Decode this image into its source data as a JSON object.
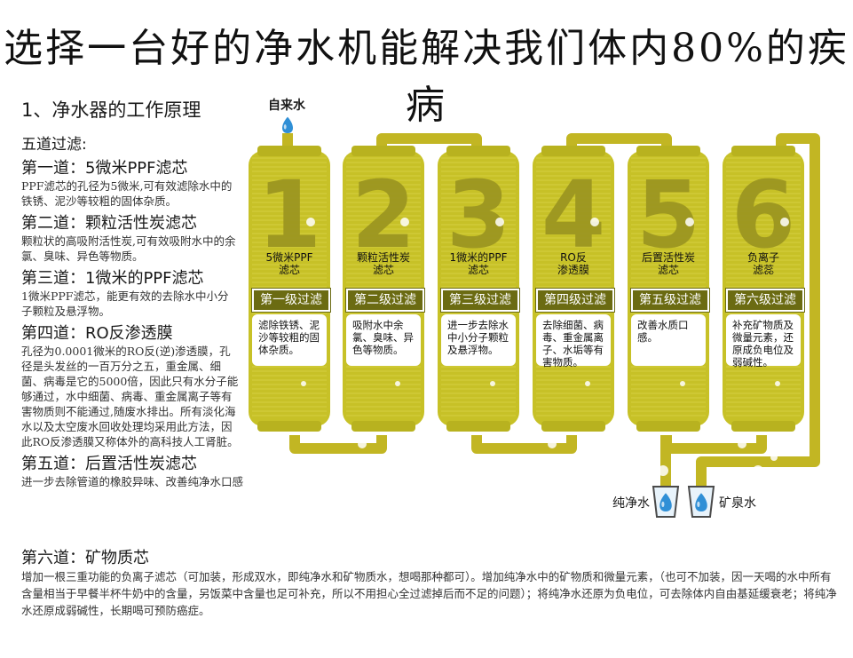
{
  "title": "选择一台好的净水机能解决我们体内80%的疾病",
  "section_title": "1、净水器的工作原理",
  "five_stage": "五道过滤:",
  "stages": [
    {
      "heading": "第一道：5微米PPF滤芯",
      "text": "PPF滤芯的孔径为5微米,可有效滤除水中的铁锈、泥沙等较粗的固体杂质。"
    },
    {
      "heading": "第二道：颗粒活性炭滤芯",
      "text": "颗粒状的高吸附活性炭,可有效吸附水中的余氯、臭味、异色等物质。"
    },
    {
      "heading": "第三道：1微米的PPF滤芯",
      "text": "1微米PPF滤芯，能更有效的去除水中小分子颗粒及悬浮物。"
    },
    {
      "heading": "第四道：RO反渗透膜",
      "text": "孔径为0.0001微米的RO反(逆)渗透膜，孔径是头发丝的一百万分之五，重金属、细菌、病毒是它的5000倍，因此只有水分子能够通过，水中细菌、病毒、重金属离子等有害物质则不能通过,随废水排出。所有淡化海水以及太空废水回收处理均采用此方法，因此RO反渗透膜又称体外的高科技人工肾脏。"
    },
    {
      "heading": "第五道：后置活性炭滤芯",
      "text": "进一步去除管道的橡胶异味、改善纯净水口感"
    }
  ],
  "sixth": {
    "heading": "第六道：矿物质芯",
    "text": "增加一根三重功能的负离子滤芯（可加装，形成双水，即纯净水和矿物质水，想喝那种都可）。增加纯净水中的矿物质和微量元素，（也可不加装，因一天喝的水中所有含量相当于早餐半杯牛奶中的含量，另饭菜中含量也足可补充，所以不用担心全过滤掉后而不足的问题）；将纯净水还原为负电位，可去除体内自由基延缓衰老；将纯净水还原成弱碱性，长期喝可预防癌症。"
  },
  "diagram": {
    "inlet": "自来水",
    "outlet_pure": "纯净水",
    "outlet_mineral": "矿泉水",
    "filters": [
      {
        "num": "1",
        "name": "5微米PPF\n滤芯",
        "level": "第一级过滤",
        "desc": "滤除铁锈、泥沙等较粗的固体杂质。"
      },
      {
        "num": "2",
        "name": "颗粒活性炭\n滤芯",
        "level": "第二级过滤",
        "desc": "吸附水中余氯、臭味、异色等物质。"
      },
      {
        "num": "3",
        "name": "1微米的PPF\n滤芯",
        "level": "第三级过滤",
        "desc": "进一步去除水中小分子颗粒及悬浮物。"
      },
      {
        "num": "4",
        "name": "RO反\n渗透膜",
        "level": "第四级过滤",
        "desc": "去除细菌、病毒、重金属离子、水垢等有害物质。"
      },
      {
        "num": "5",
        "name": "后置活性炭\n滤芯",
        "level": "第五级过滤",
        "desc": "改善水质口感。"
      },
      {
        "num": "6",
        "name": "负离子\n滤蕊",
        "level": "第六级过滤",
        "desc": "补充矿物质及微量元素，还原成负电位及弱碱性。"
      }
    ],
    "colors": {
      "cartridge": "#c7c127",
      "pipe": "#c2b623",
      "badge": "#6b6b12",
      "numeral": "#9a9420",
      "drop": "#2f8fd6"
    }
  }
}
